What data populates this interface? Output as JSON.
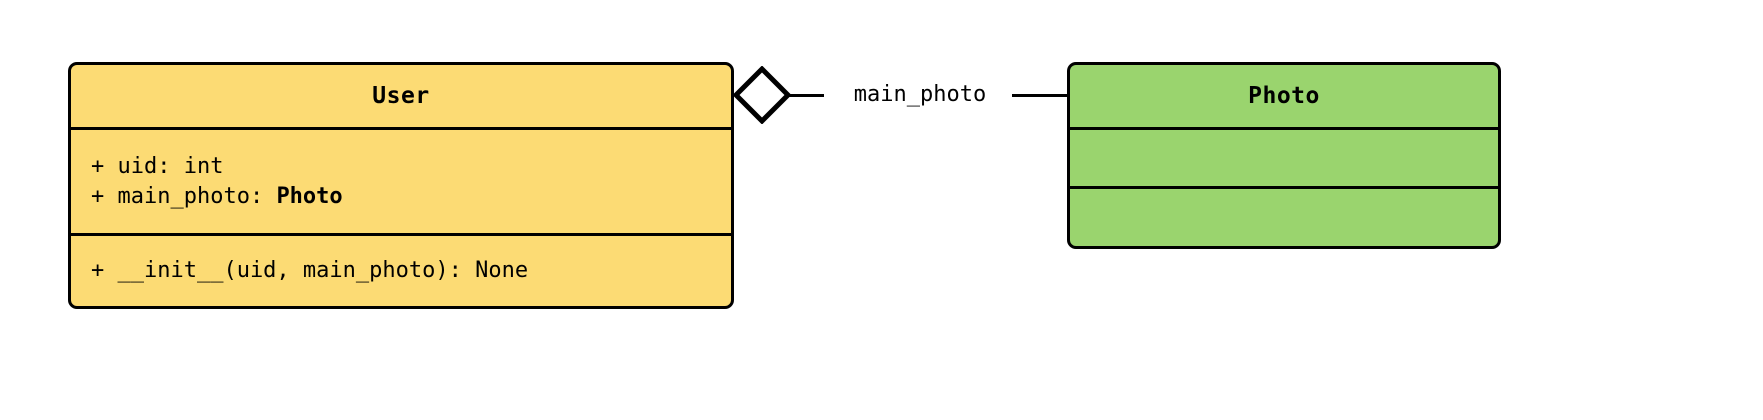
{
  "diagram": {
    "type": "uml-class-diagram",
    "background_color": "#ffffff"
  },
  "classes": [
    {
      "id": "user",
      "name": "User",
      "fill_color": "#fcdb74",
      "border_color": "#000000",
      "attributes": [
        {
          "visibility": "+",
          "text": "+ uid: int",
          "name": "uid",
          "type": "int",
          "type_is_bold": false
        },
        {
          "visibility": "+",
          "text_prefix": "+ main_photo: ",
          "name": "main_photo",
          "type": "Photo",
          "type_is_bold": true
        }
      ],
      "operations": [
        {
          "visibility": "+",
          "text": "+ __init__(uid, main_photo): None",
          "name": "__init__",
          "params": "uid, main_photo",
          "returns": "None"
        }
      ]
    },
    {
      "id": "photo",
      "name": "Photo",
      "fill_color": "#9ad46e",
      "border_color": "#000000",
      "attributes": [],
      "operations": []
    }
  ],
  "relationships": [
    {
      "id": "user-main-photo",
      "kind": "aggregation",
      "source": "User",
      "target": "Photo",
      "label": "main_photo",
      "source_marker": "hollow-diamond",
      "target_marker": "none",
      "line_color": "#000000"
    }
  ]
}
